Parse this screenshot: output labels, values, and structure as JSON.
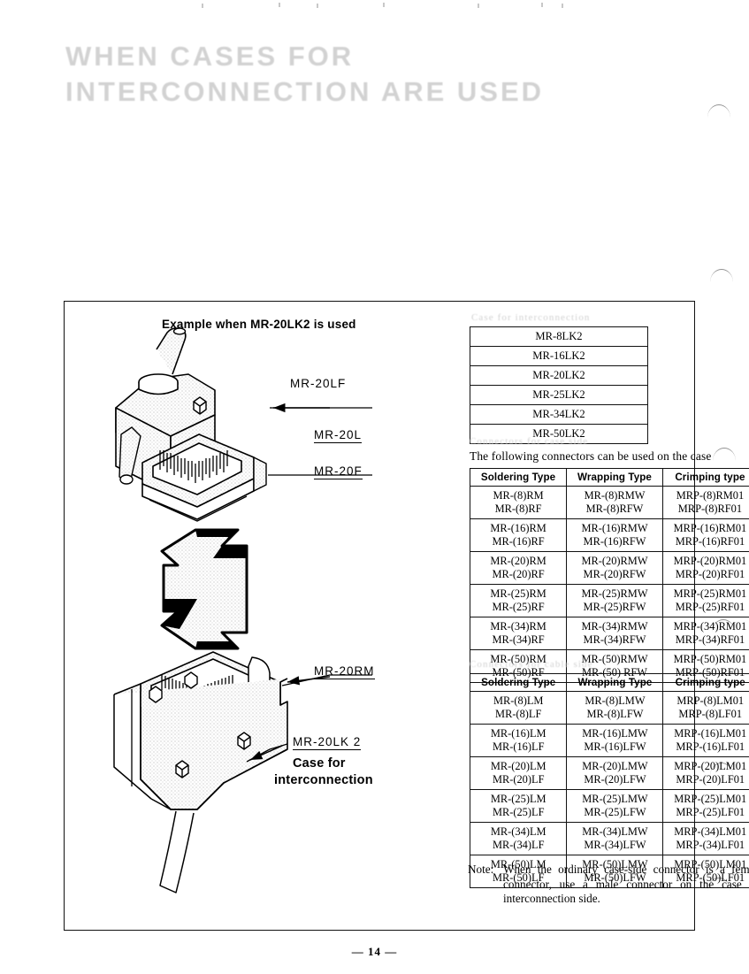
{
  "page": {
    "ghost_title": "WHEN CASES FOR\nINTERCONNECTION ARE USED",
    "page_number": "— 14 —"
  },
  "diagram": {
    "caption": "Example when MR-20LK2 is used",
    "labels": {
      "top_plug": "MR-20LF",
      "top_shell": "MR-20L",
      "top_connector": "MR-20F",
      "bottom_connector": "MR-20RM",
      "case": "MR-20LK 2",
      "case_sub_line1": "Case for",
      "case_sub_line2": "interconnection"
    }
  },
  "tables": {
    "case_list": {
      "ghost_caption": "Case for interconnection",
      "rows": [
        "MR-8LK2",
        "MR-16LK2",
        "MR-20LK2",
        "MR-25LK2",
        "MR-34LK2",
        "MR-50LK2"
      ]
    },
    "intro_ghost_caption": "Connectors for case side",
    "intro_text": "The following connectors can be used on the case",
    "right_angle": {
      "headers": [
        "Soldering Type",
        "Wrapping Type",
        "Crimping type"
      ],
      "rows": [
        [
          "MR-(8)RM\nMR-(8)RF",
          "MR-(8)RMW\nMR-(8)RFW",
          "MRP-(8)RM01\nMRP-(8)RF01"
        ],
        [
          "MR-(16)RM\nMR-(16)RF",
          "MR-(16)RMW\nMR-(16)RFW",
          "MRP-(16)RM01\nMRP-(16)RF01"
        ],
        [
          "MR-(20)RM\nMR-(20)RF",
          "MR-(20)RMW\nMR-(20)RFW",
          "MRP-(20)RM01\nMRP-(20)RF01"
        ],
        [
          "MR-(25)RM\nMR-(25)RF",
          "MR-(25)RMW\nMR-(25)RFW",
          "MRP-(25)RM01\nMRP-(25)RF01"
        ],
        [
          "MR-(34)RM\nMR-(34)RF",
          "MR-(34)RMW\nMR-(34)RFW",
          "MRP-(34)RM01\nMRP-(34)RF01"
        ],
        [
          "MR-(50)RM\nMR-(50)RF",
          "MR-(50)RMW\nMR-(50) RFW",
          "MRP-(50)RM01\nMRP-(50)RF01"
        ]
      ]
    },
    "straight_ghost_caption": "Connectors for cable side",
    "straight": {
      "headers": [
        "Soldering Type",
        "Wrapping Type",
        "Crimping type"
      ],
      "rows": [
        [
          "MR-(8)LM\nMR-(8)LF",
          "MR-(8)LMW\nMR-(8)LFW",
          "MRP-(8)LM01\nMRP-(8)LF01"
        ],
        [
          "MR-(16)LM\nMR-(16)LF",
          "MR-(16)LMW\nMR-(16)LFW",
          "MRP-(16)LM01\nMRP-(16)LF01"
        ],
        [
          "MR-(20)LM\nMR-(20)LF",
          "MR-(20)LMW\nMR-(20)LFW",
          "MRP-(20)LM01\nMRP-(20)LF01"
        ],
        [
          "MR-(25)LM\nMR-(25)LF",
          "MR-(25)LMW\nMR-(25)LFW",
          "MRP-(25)LM01\nMRP-(25)LF01"
        ],
        [
          "MR-(34)LM\nMR-(34)LF",
          "MR-(34)LMW\nMR-(34)LFW",
          "MRP-(34)LM01\nMRP-(34)LF01"
        ],
        [
          "MR-(50)LM\nMR-(50)LF",
          "MR-(50)LMW\nMR-(50)LFW",
          "MRP-(50)LM01\nMRP-(50)LF01"
        ]
      ]
    }
  },
  "note": {
    "label": "Note:",
    "body": "When the ordinary case-side connector is a female connector, use a male connector on the case for interconnection side."
  },
  "colors": {
    "ink": "#000000",
    "ghost": "#c9c9c9",
    "shading": "#e8e8e8"
  }
}
